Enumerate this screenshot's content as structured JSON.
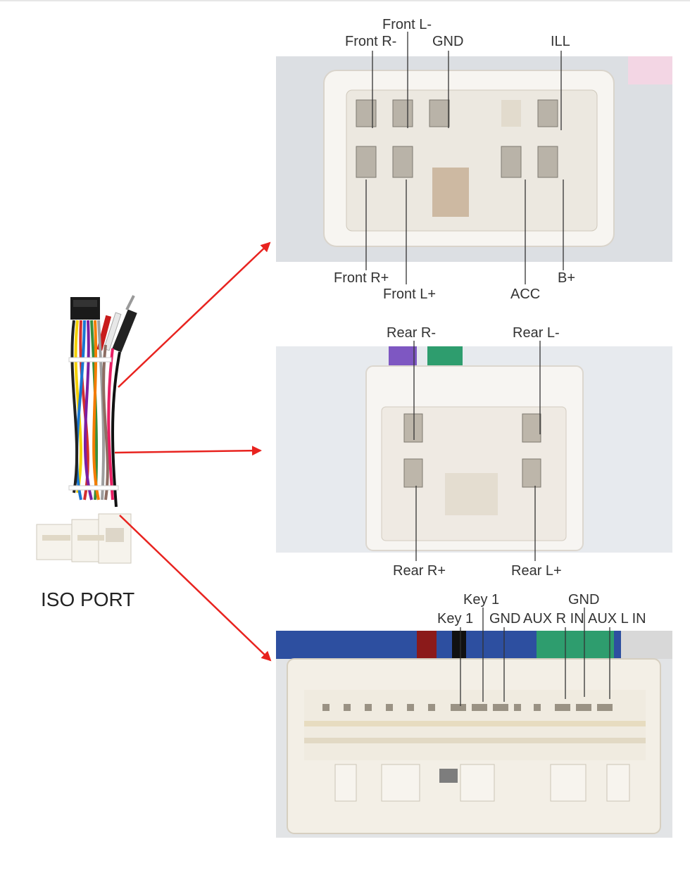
{
  "caption": "ISO PORT",
  "connectors": [
    {
      "id": "main-power-speaker",
      "pins": [
        {
          "label": "Front L-"
        },
        {
          "label": "Front R-"
        },
        {
          "label": "GND"
        },
        {
          "label": "ILL"
        },
        {
          "label": "Front R+"
        },
        {
          "label": "Front L+"
        },
        {
          "label": "ACC"
        },
        {
          "label": "B+"
        }
      ]
    },
    {
      "id": "rear-speaker",
      "pins": [
        {
          "label": "Rear R-"
        },
        {
          "label": "Rear L-"
        },
        {
          "label": "Rear R+"
        },
        {
          "label": "Rear L+"
        }
      ]
    },
    {
      "id": "signal",
      "pins": [
        {
          "label": "Key 1"
        },
        {
          "label": "Key 1"
        },
        {
          "label": "GND"
        },
        {
          "label": "AUX R IN"
        },
        {
          "label": "GND"
        },
        {
          "label": "AUX L IN"
        }
      ]
    }
  ],
  "colors": {
    "arrow": "#e8231f",
    "leader": "#333333",
    "connector_body": "#f7f4ee"
  }
}
